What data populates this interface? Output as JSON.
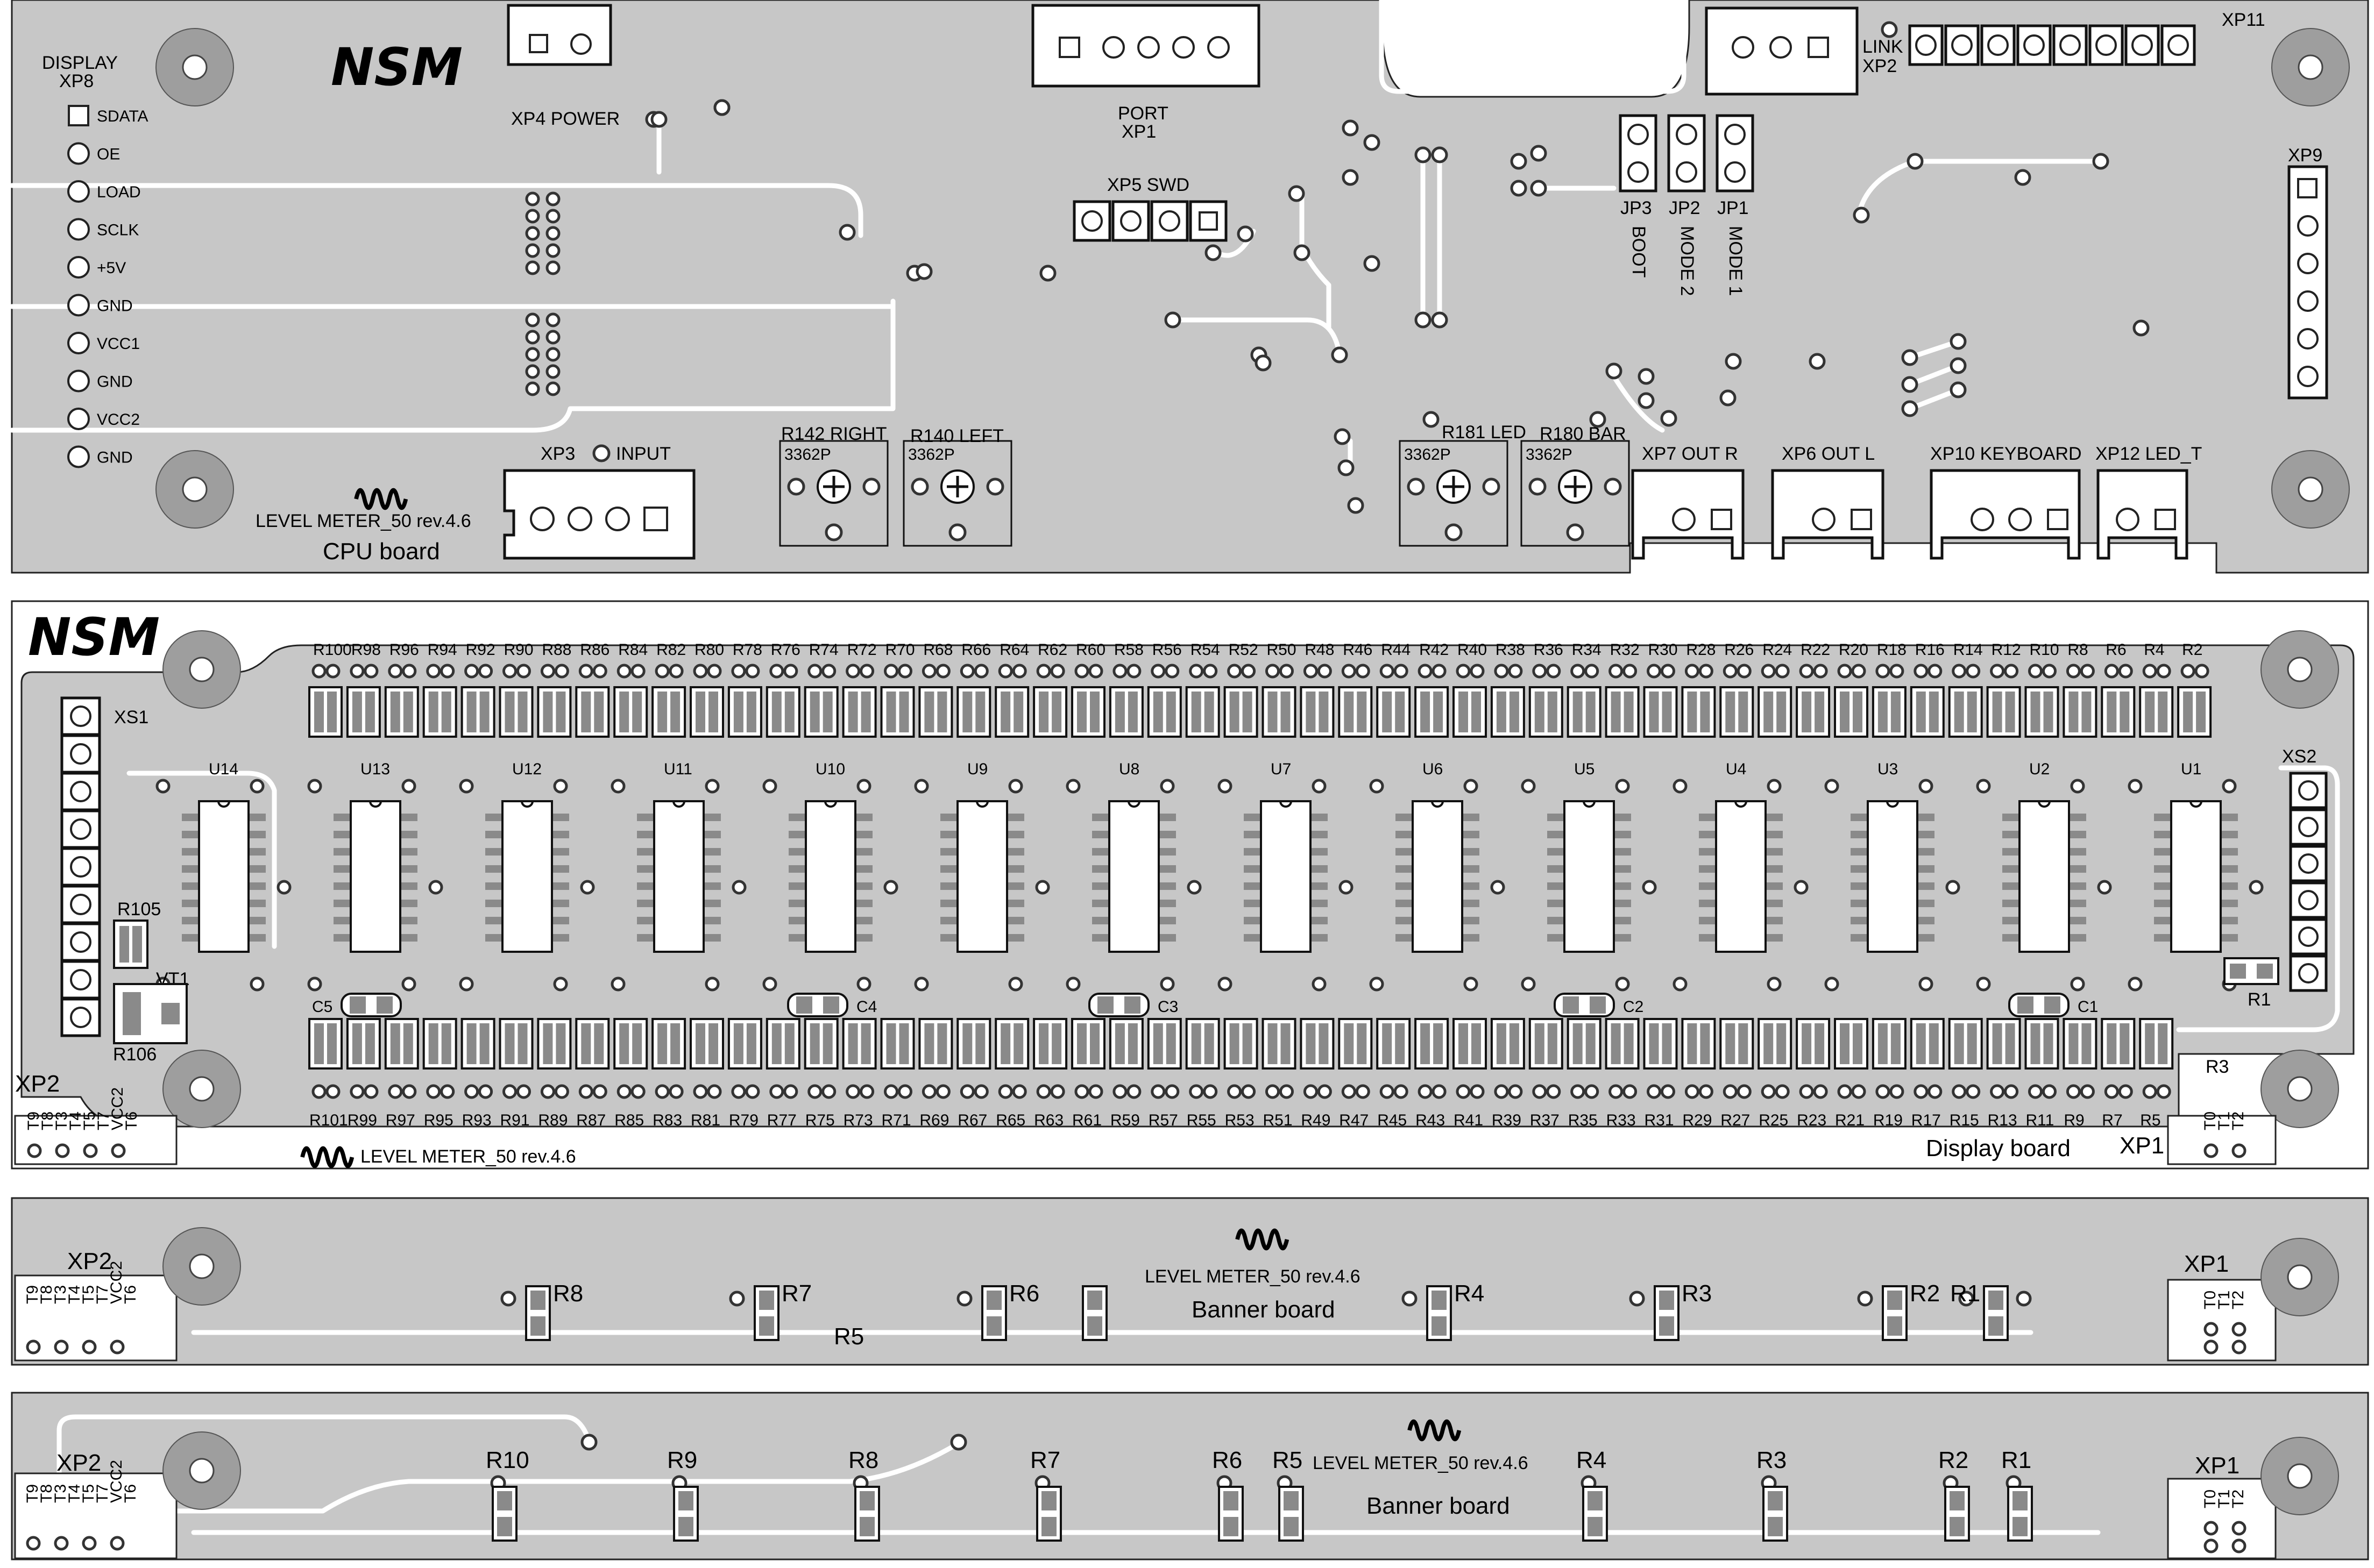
{
  "cpu_board": {
    "logo": "NSM",
    "title": "LEVEL METER_50 rev.4.6",
    "subtitle": "CPU board",
    "display_header": "DISPLAY",
    "display_ref": "XP8",
    "display_pins": [
      "SDATA",
      "OE",
      "LOAD",
      "SCLK",
      "+5V",
      "GND",
      "VCC1",
      "GND",
      "VCC2",
      "GND"
    ],
    "xp4": "XP4  POWER",
    "xp1_line1": "PORT",
    "xp1_line2": "XP1",
    "link_line1": "LINK",
    "link_line2": "XP2",
    "xp11": "XP11",
    "xp9": "XP9",
    "xp5": "XP5   SWD",
    "jp3": "JP3",
    "jp2": "JP2",
    "jp1": "JP1",
    "jp3_func": "BOOT",
    "jp2_func": "MODE 2",
    "jp1_func": "MODE 1",
    "xp3": "XP3",
    "xp3_func": "INPUT",
    "r142": "R142  RIGHT",
    "r140": "R140  LEFT",
    "r181": "R181  LED",
    "r180": "R180   BAR",
    "trim_code": "3362P",
    "xp7": "XP7  OUT R",
    "xp6": "XP6  OUT L",
    "xp10": "XP10   KEYBOARD",
    "xp12": "XP12  LED_T"
  },
  "display_board": {
    "logo": "NSM",
    "title": "LEVEL METER_50 rev.4.6",
    "subtitle": "Display board",
    "top_resistors": [
      "R100",
      "R98",
      "R96",
      "R94",
      "R92",
      "R90",
      "R88",
      "R86",
      "R84",
      "R82",
      "R80",
      "R78",
      "R76",
      "R74",
      "R72",
      "R70",
      "R68",
      "R66",
      "R64",
      "R62",
      "R60",
      "R58",
      "R56",
      "R54",
      "R52",
      "R50",
      "R48",
      "R46",
      "R44",
      "R42",
      "R40",
      "R38",
      "R36",
      "R34",
      "R32",
      "R30",
      "R28",
      "R26",
      "R24",
      "R22",
      "R20",
      "R18",
      "R16",
      "R14",
      "R12",
      "R10",
      "R8",
      "R6",
      "R4",
      "R2"
    ],
    "bottom_resistors": [
      "R101",
      "R99",
      "R97",
      "R95",
      "R93",
      "R91",
      "R89",
      "R87",
      "R85",
      "R83",
      "R81",
      "R79",
      "R77",
      "R75",
      "R73",
      "R71",
      "R69",
      "R67",
      "R65",
      "R63",
      "R61",
      "R59",
      "R57",
      "R55",
      "R53",
      "R51",
      "R49",
      "R47",
      "R45",
      "R43",
      "R41",
      "R39",
      "R37",
      "R35",
      "R33",
      "R31",
      "R29",
      "R27",
      "R25",
      "R23",
      "R21",
      "R19",
      "R17",
      "R15",
      "R13",
      "R11",
      "R9",
      "R7",
      "R5"
    ],
    "ics": [
      "U14",
      "U13",
      "U12",
      "U11",
      "U10",
      "U9",
      "U8",
      "U7",
      "U6",
      "U5",
      "U4",
      "U3",
      "U2",
      "U1"
    ],
    "caps": [
      "C5",
      "C4",
      "C3",
      "C2",
      "C1"
    ],
    "xs1": "XS1",
    "xs2": "XS2",
    "r105": "R105",
    "vt1": "VT1",
    "r106": "R106",
    "r1": "R1",
    "r3": "R3",
    "xp2": "XP2",
    "xp1": "XP1",
    "xp2_pins": [
      "T9",
      "T8",
      "T3",
      "T4",
      "T5",
      "T7",
      "VCC2",
      "T6"
    ],
    "xp1_pins": [
      "T0",
      "T1",
      "T2"
    ]
  },
  "banner_board_a": {
    "title": "LEVEL METER_50 rev.4.6",
    "subtitle": "Banner board",
    "xp2": "XP2",
    "xp1": "XP1",
    "xp2_pins": [
      "T9",
      "T8",
      "T3",
      "T4",
      "T5",
      "T7",
      "VCC2",
      "T6"
    ],
    "xp1_pins": [
      "T0",
      "T1",
      "T2"
    ],
    "resistors": [
      "R8",
      "R7",
      "R6",
      "R5",
      "R4",
      "R3",
      "R2",
      "R1"
    ]
  },
  "banner_board_b": {
    "title": "LEVEL METER_50 rev.4.6",
    "subtitle": "Banner board",
    "xp2": "XP2",
    "xp1": "XP1",
    "xp2_pins": [
      "T9",
      "T8",
      "T3",
      "T4",
      "T5",
      "T7",
      "VCC2",
      "T6"
    ],
    "xp1_pins": [
      "T0",
      "T1",
      "T2"
    ],
    "resistors": [
      "R10",
      "R9",
      "R8",
      "R7",
      "R6",
      "R5",
      "R4",
      "R3",
      "R2",
      "R1"
    ]
  },
  "colors": {
    "board": "#c7c7c7",
    "copper_trace": "#ffffff",
    "outline": "#222222"
  }
}
